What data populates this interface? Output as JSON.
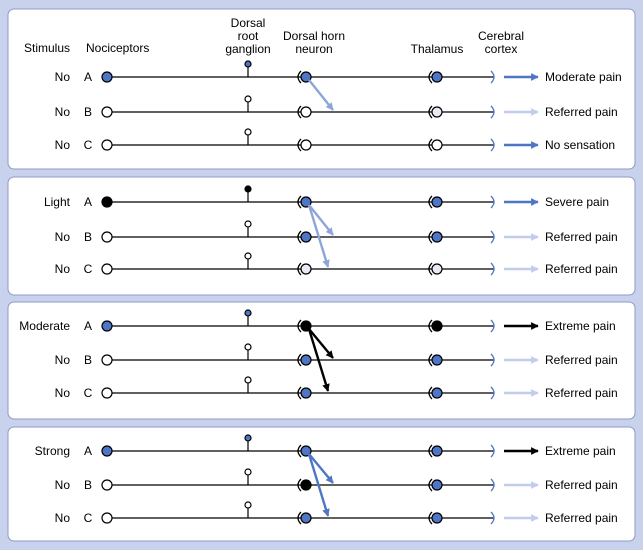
{
  "headers": {
    "stimulus": "Stimulus",
    "nociceptors": "Nociceptors",
    "drg": [
      "Dorsal",
      "root",
      "ganglion"
    ],
    "dorsal_horn": [
      "Dorsal  horn",
      "neuron"
    ],
    "thalamus": "Thalamus",
    "cortex": [
      "Cerebral",
      "cortex"
    ]
  },
  "colors": {
    "panel_bg": "#ffffff",
    "page_bg": "#c8d2ec",
    "blue": "#4e76c4",
    "light_blue": "#8ea5d8",
    "pale_blue": "#c2cdeb",
    "gray_fill": "#e8ebf4",
    "black": "#000000"
  },
  "panels": [
    {
      "rows": [
        {
          "stimulus": "No",
          "label": "A",
          "noc": "blue",
          "drg": "blue",
          "horn": "blue",
          "thal": "blue",
          "out_arrow": "blue",
          "result": "Moderate  pain"
        },
        {
          "stimulus": "No",
          "label": "B",
          "noc": "white",
          "drg": "white",
          "horn": "white",
          "thal": "gray",
          "out_arrow": "pale",
          "result": "Referred  pain"
        },
        {
          "stimulus": "No",
          "label": "C",
          "noc": "white",
          "drg": "white",
          "horn": "white",
          "thal": "white",
          "out_arrow": "blue",
          "result": "No  sensation"
        }
      ],
      "convergence": {
        "color": "lightblue",
        "targets": [
          1
        ]
      }
    },
    {
      "rows": [
        {
          "stimulus": "Light",
          "label": "A",
          "noc": "black",
          "drg": "black",
          "horn": "blue",
          "thal": "blue",
          "out_arrow": "blue",
          "result": "Severe  pain"
        },
        {
          "stimulus": "No",
          "label": "B",
          "noc": "white",
          "drg": "white",
          "horn": "blue",
          "thal": "blue",
          "out_arrow": "pale",
          "result": "Referred  pain"
        },
        {
          "stimulus": "No",
          "label": "C",
          "noc": "white",
          "drg": "white",
          "horn": "gray",
          "thal": "gray",
          "out_arrow": "pale",
          "result": "Referred  pain"
        }
      ],
      "convergence": {
        "color": "lightblue",
        "targets": [
          1,
          2
        ]
      }
    },
    {
      "rows": [
        {
          "stimulus": "Moderate",
          "label": "A",
          "noc": "blue",
          "drg": "blue",
          "horn": "black",
          "thal": "black",
          "out_arrow": "black",
          "result": "Extreme  pain"
        },
        {
          "stimulus": "No",
          "label": "B",
          "noc": "white",
          "drg": "white",
          "horn": "blue",
          "thal": "blue",
          "out_arrow": "pale",
          "result": "Referred  pain"
        },
        {
          "stimulus": "No",
          "label": "C",
          "noc": "white",
          "drg": "white",
          "horn": "blue",
          "thal": "blue",
          "out_arrow": "pale",
          "result": "Referred  pain"
        }
      ],
      "convergence": {
        "color": "black",
        "targets": [
          1,
          2
        ]
      }
    },
    {
      "rows": [
        {
          "stimulus": "Strong",
          "label": "A",
          "noc": "blue",
          "drg": "blue",
          "horn": "blue",
          "thal": "blue",
          "out_arrow": "black",
          "result": "Extreme  pain"
        },
        {
          "stimulus": "No",
          "label": "B",
          "noc": "white",
          "drg": "white",
          "horn": "black",
          "thal": "blue",
          "out_arrow": "pale",
          "result": "Referred  pain"
        },
        {
          "stimulus": "No",
          "label": "C",
          "noc": "white",
          "drg": "white",
          "horn": "blue",
          "thal": "blue",
          "out_arrow": "pale",
          "result": "Referred  pain"
        }
      ],
      "convergence": {
        "color": "blue",
        "targets": [
          1,
          2
        ]
      }
    }
  ]
}
